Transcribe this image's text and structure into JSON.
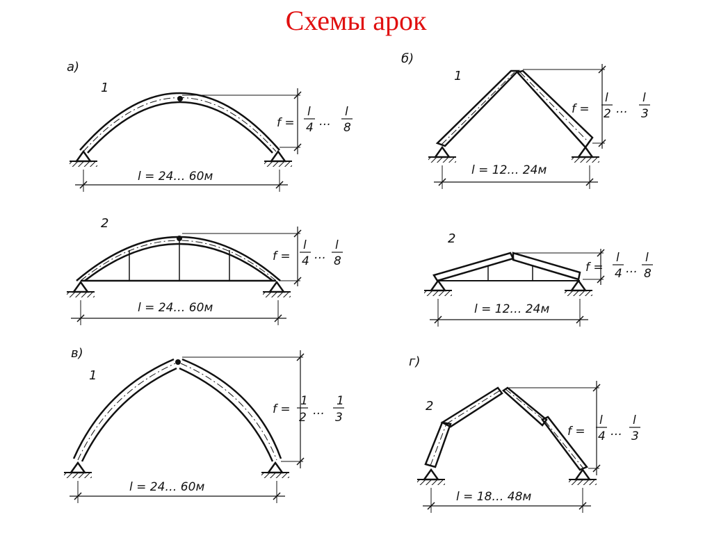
{
  "title": "Схемы арок",
  "panels": {
    "a": {
      "letter": "а)"
    },
    "b": {
      "letter": "б)"
    },
    "v": {
      "letter": "в)"
    },
    "g": {
      "letter": "г)"
    }
  },
  "arches": {
    "a1": {
      "num": "1",
      "span": "l = 24… 60м",
      "f": "f =",
      "n1": "l",
      "d1": "4",
      "n2": "l",
      "d2": "8",
      "dots": "…"
    },
    "a2": {
      "num": "2",
      "span": "l = 24… 60м",
      "f": "f =",
      "n1": "l",
      "d1": "4",
      "n2": "l",
      "d2": "8",
      "dots": "…"
    },
    "b1": {
      "num": "1",
      "span": "l = 12… 24м",
      "f": "f =",
      "n1": "l",
      "d1": "2",
      "n2": "l",
      "d2": "3",
      "dots": "…"
    },
    "b2": {
      "num": "2",
      "span": "l = 12… 24м",
      "f": "f =",
      "n1": "l",
      "d1": "4",
      "n2": "l",
      "d2": "8",
      "dots": "…"
    },
    "v1": {
      "num": "1",
      "span": "l = 24… 60м",
      "f": "f =",
      "n1": "1",
      "d1": "2",
      "n2": "1",
      "d2": "3",
      "dots": "…"
    },
    "g2": {
      "num": "2",
      "span": "l = 18… 48м",
      "f": "f =",
      "n1": "l",
      "d1": "4",
      "n2": "l",
      "d2": "3",
      "dots": "…"
    }
  }
}
